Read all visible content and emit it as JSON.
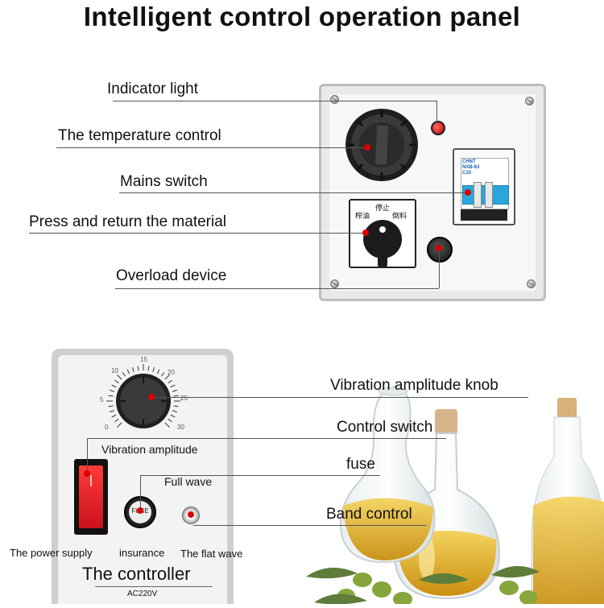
{
  "title": "Intelligent control operation panel",
  "top_panel": {
    "labels": {
      "indicator": "Indicator light",
      "temperature": "The temperature control",
      "mains": "Mains switch",
      "press_return": "Press and return the material",
      "overload": "Overload device"
    },
    "breaker_text": [
      "CHNT",
      "NXB-63",
      "C10"
    ],
    "selector_labels": {
      "top": "停止",
      "left": "榨油",
      "right": "倒料"
    }
  },
  "bottom_panel": {
    "dial_ticks": [
      "5",
      "10",
      "15",
      "20",
      "25",
      "30"
    ],
    "dial_zero": "0",
    "vibration_amplitude": "Vibration amplitude",
    "full_wave": "Full wave",
    "fuse_text": "FUSE",
    "power_supply": "The power supply",
    "insurance": "insurance",
    "flat_wave": "The flat wave",
    "controller": "The controller",
    "voltage": "AC220V"
  },
  "right_labels": {
    "knob": "Vibration amplitude knob",
    "control_switch": "Control switch",
    "fuse": "fuse",
    "band": "Band control"
  },
  "colors": {
    "indicator_red": "#d01010",
    "breaker_blue": "#29a7dd",
    "switch_red": "#e0202a",
    "oil_gold": "#e3b51d",
    "olive_green": "#7ea43a"
  }
}
